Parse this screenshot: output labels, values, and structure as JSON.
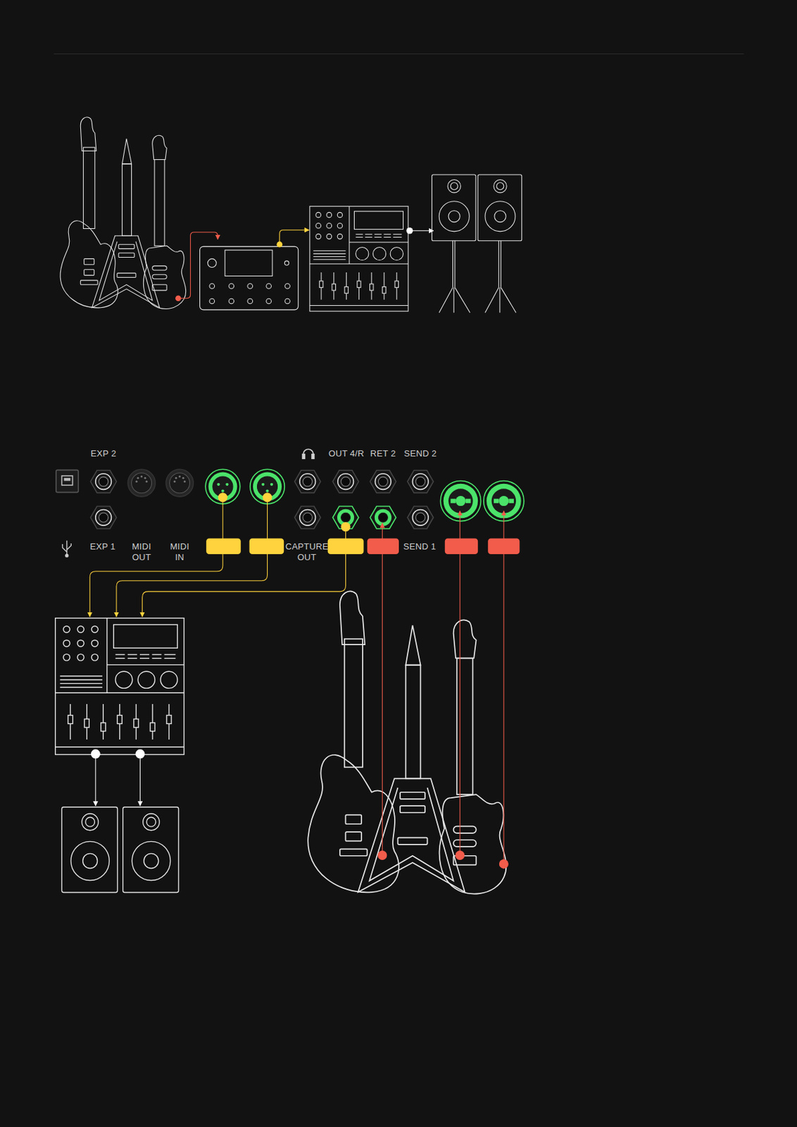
{
  "diagram": {
    "labels": [
      "EXP 2",
      "OUT 4/R",
      "RET 2",
      "SEND 2",
      "EXP 1",
      "MIDI OUT",
      "MIDI IN",
      "CAPTURE OUT",
      "SEND 1"
    ]
  }
}
